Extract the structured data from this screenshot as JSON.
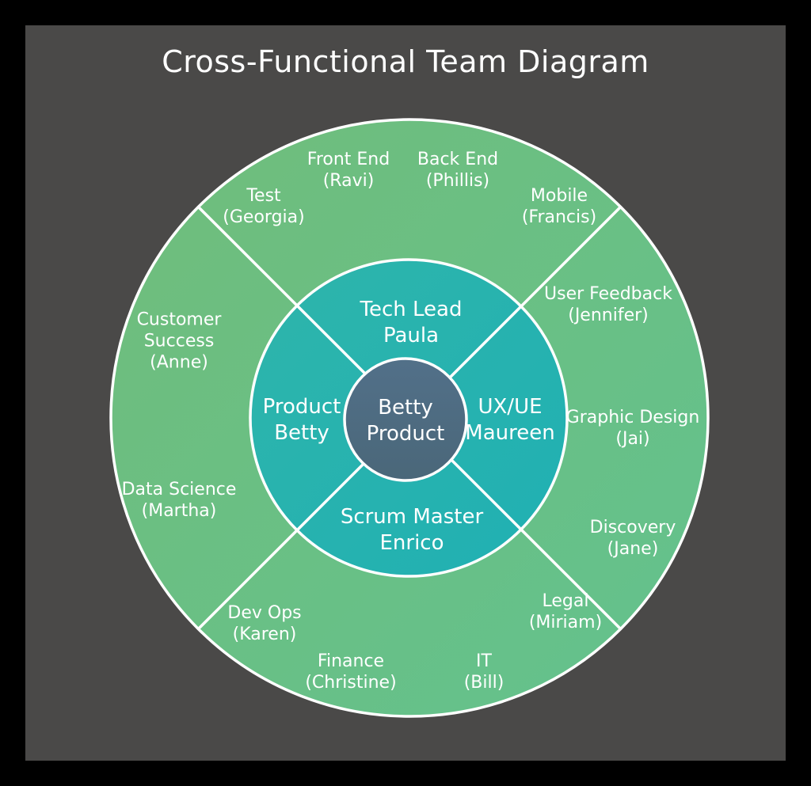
{
  "title": "Cross-Functional Team Diagram",
  "colors": {
    "frame": "#000000",
    "background": "#4a4948",
    "outer_ring_green_start": "#70bd7b",
    "outer_ring_green_end": "#63c28e",
    "inner_ring_teal_start": "#2eb5ab",
    "inner_ring_teal_end": "#20b0b3",
    "center_circle_slate_start": "#527089",
    "center_circle_slate_end": "#4a6779",
    "divider_line": "#ffffff",
    "text": "#ffffff"
  },
  "diagram": {
    "center": {
      "label": "Betty\nProduct"
    },
    "inner_quadrants": [
      {
        "position": "top",
        "role": "Tech Lead",
        "person": "Paula",
        "label": "Tech Lead\nPaula"
      },
      {
        "position": "left",
        "role": "Product",
        "person": "Betty",
        "label": "Product\nBetty"
      },
      {
        "position": "right",
        "role": "UX/UE",
        "person": "Maureen",
        "label": "UX/UE\nMaureen"
      },
      {
        "position": "bottom",
        "role": "Scrum Master",
        "person": "Enrico",
        "label": "Scrum Master\nEnrico"
      }
    ],
    "outer_sections": [
      {
        "quadrant": "top",
        "role": "Test",
        "person": "Georgia",
        "label": "Test\n(Georgia)"
      },
      {
        "quadrant": "top",
        "role": "Front End",
        "person": "Ravi",
        "label": "Front End\n(Ravi)"
      },
      {
        "quadrant": "top",
        "role": "Back End",
        "person": "Phillis",
        "label": "Back End\n(Phillis)"
      },
      {
        "quadrant": "top",
        "role": "Mobile",
        "person": "Francis",
        "label": "Mobile\n(Francis)"
      },
      {
        "quadrant": "right",
        "role": "User Feedback",
        "person": "Jennifer",
        "label": "User Feedback\n(Jennifer)"
      },
      {
        "quadrant": "right",
        "role": "Graphic Design",
        "person": "Jai",
        "label": "Graphic Design\n(Jai)"
      },
      {
        "quadrant": "right",
        "role": "Discovery",
        "person": "Jane",
        "label": "Discovery\n(Jane)"
      },
      {
        "quadrant": "bottom",
        "role": "Legal",
        "person": "Miriam",
        "label": "Legal\n(Miriam)"
      },
      {
        "quadrant": "bottom",
        "role": "IT",
        "person": "Bill",
        "label": "IT\n(Bill)"
      },
      {
        "quadrant": "bottom",
        "role": "Finance",
        "person": "Christine",
        "label": "Finance\n(Christine)"
      },
      {
        "quadrant": "bottom",
        "role": "Dev Ops",
        "person": "Karen",
        "label": "Dev Ops\n(Karen)"
      },
      {
        "quadrant": "left",
        "role": "Data Science",
        "person": "Martha",
        "label": "Data Science\n(Martha)"
      },
      {
        "quadrant": "left",
        "role": "Customer Success",
        "person": "Anne",
        "label": "Customer\nSuccess\n(Anne)"
      }
    ]
  }
}
